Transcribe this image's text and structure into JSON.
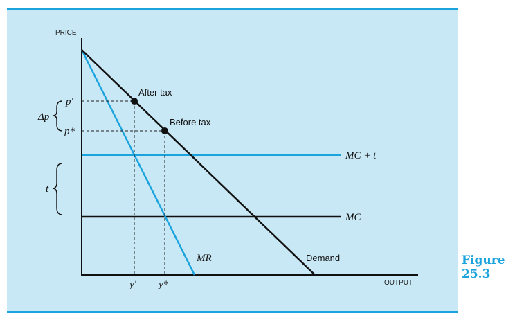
{
  "figure": {
    "caption_word": "Figure",
    "caption_number": "25.3"
  },
  "axes": {
    "y_label": "PRICE",
    "x_label": "OUTPUT"
  },
  "labels": {
    "after_tax": "After tax",
    "before_tax": "Before tax",
    "mc_plus_t": "MC + t",
    "mc": "MC",
    "mr": "MR",
    "demand": "Demand",
    "p_prime": "p'",
    "p_star": "p*",
    "y_prime": "y'",
    "y_star": "y*",
    "delta_p": "Δp",
    "t": "t"
  },
  "colors": {
    "panel_background": "#c9e8f6",
    "accent_blue": "#1aa3dd",
    "black": "#111111"
  }
}
